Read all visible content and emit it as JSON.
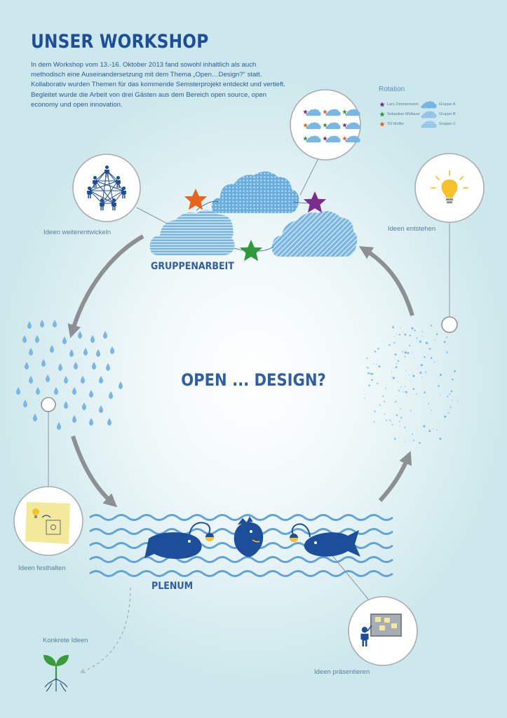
{
  "title": "UNSER WORKSHOP",
  "intro": "In dem Workshop vom 13.-16. Oktober 2013 fand sowohl inhaltlich als auch methodisch eine Auseinandersetzung mit dem Thema „Open…Design?“ statt. Kollaborativ wurden Themen für das kommende Semsterprojekt entdeckt und vertieft. Begleitet wurde die Arbeit von drei Gästen aus dem Bereich open source, open economy und open innovation.",
  "center_title": "OPEN ... DESIGN?",
  "group_label": "GRUPPENARBEIT",
  "plenum_label": "PLENUM",
  "stations": {
    "weiterentwickeln": "Ideen weiterentwickeln",
    "entstehen": "Ideen  entstehen",
    "festhalten": "Ideen festhalten",
    "praesentieren": "Ideen präsentieren",
    "konkret": "Konkrete Ideen"
  },
  "rotation": {
    "title": "Rotation",
    "guests": [
      {
        "name": "Lars Zimmermann",
        "color": "#7b2d8e"
      },
      {
        "name": "Sebastian Müllauer",
        "color": "#2e9a3a"
      },
      {
        "name": "Till Wolfer",
        "color": "#e8641e"
      }
    ],
    "groups": [
      "Gruppe A",
      "Gruppe B",
      "Gruppe C"
    ]
  },
  "colors": {
    "heading": "#1d4e9a",
    "text": "#2a5a9e",
    "icon_blue": "#1d4e9a",
    "cloud_blue": "#5fa3d9",
    "arrow_gray": "#8c9094",
    "circle_gray": "#a8acb0",
    "star_orange": "#e8641e",
    "star_purple": "#7b2d8e",
    "star_green": "#2e9a3a",
    "sticky_yellow": "#f4e99a",
    "bulb_yellow": "#f5c22b",
    "sprout_green": "#3a9a3a"
  }
}
